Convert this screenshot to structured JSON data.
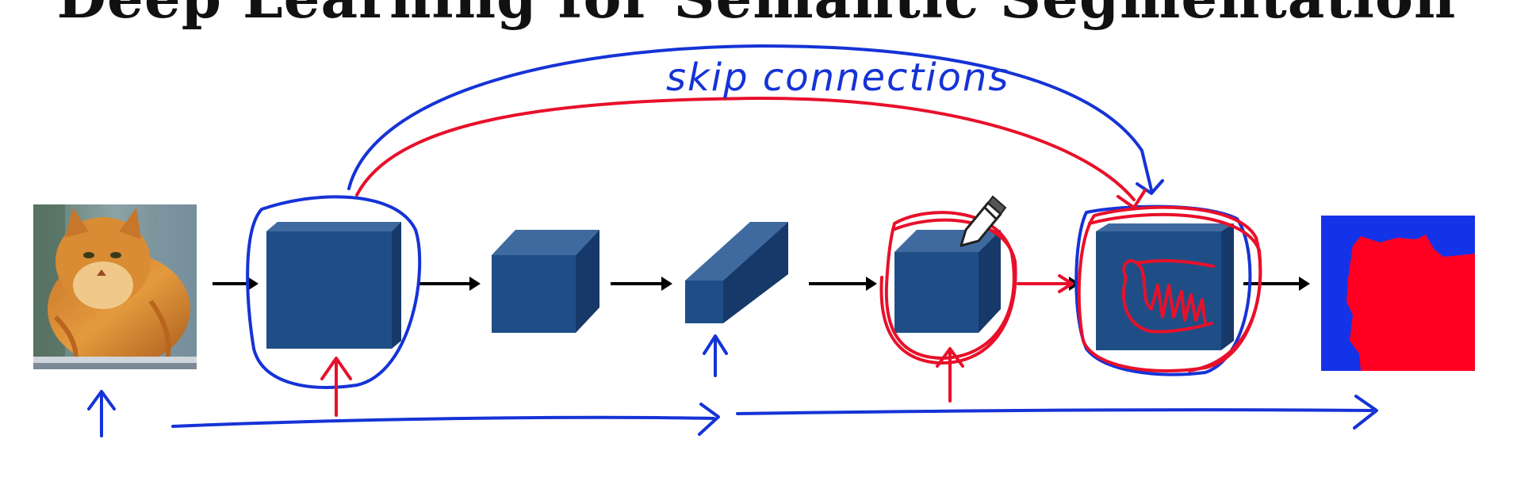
{
  "title": "Deep Learning for Semantic Segmentation",
  "annotation": "skip connections",
  "colors": {
    "block_front": "#1f4e87",
    "block_top": "#3f6aa0",
    "block_side": "#16396a",
    "pen_blue": "#1533d6",
    "pen_red": "#e8102a",
    "arrow": "#000000",
    "seg_background": "#1433e8",
    "seg_cat": "#ff0022"
  },
  "diagram": {
    "input": "cat-photo",
    "stages": [
      "block-1",
      "block-2",
      "block-3",
      "block-4",
      "block-5"
    ],
    "output": "segmentation-map"
  }
}
